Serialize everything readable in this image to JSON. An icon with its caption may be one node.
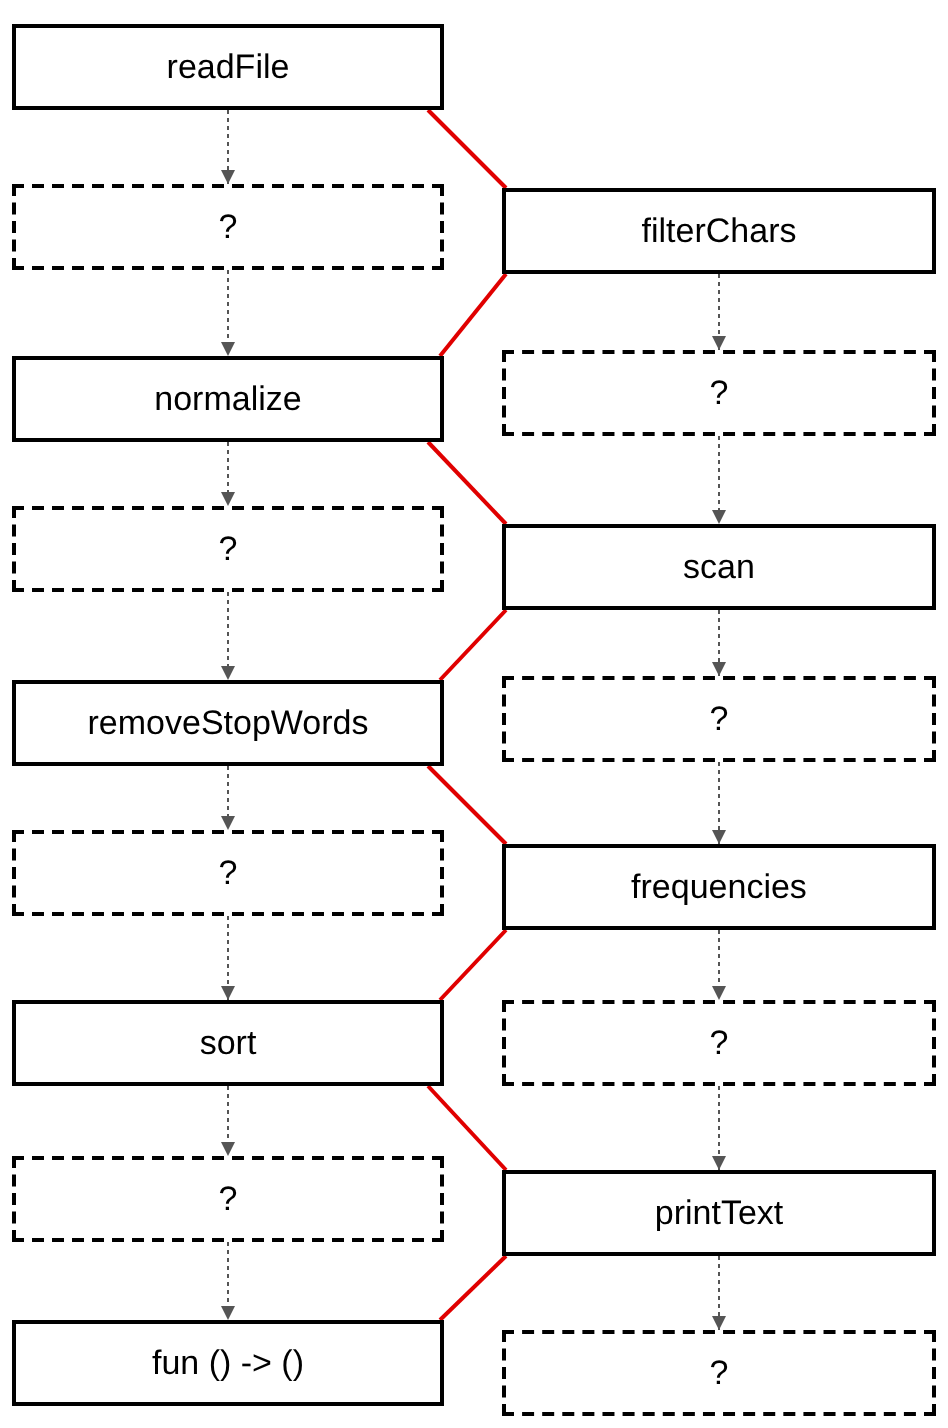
{
  "diagram": {
    "nodes": [
      {
        "text": [
          "readFile"
        ]
      },
      {
        "text": [
          "?"
        ]
      },
      {
        "text": [
          "filterChars"
        ]
      },
      {
        "text": [
          "normalize"
        ]
      },
      {
        "text": [
          "?"
        ]
      },
      {
        "text": [
          "?"
        ]
      },
      {
        "text": [
          "scan"
        ]
      },
      {
        "text": [
          "removeStopWords"
        ]
      },
      {
        "text": [
          "?"
        ]
      },
      {
        "text": [
          "?"
        ]
      },
      {
        "text": [
          "frequencies"
        ]
      },
      {
        "text": [
          "sort"
        ]
      },
      {
        "text": [
          "?"
        ]
      },
      {
        "text": [
          "?"
        ]
      },
      {
        "text": [
          "printText"
        ]
      },
      {
        "text": [
          "fun () -> ()"
        ]
      },
      {
        "text": [
          "?"
        ]
      }
    ],
    "edges": [
      {
        "from": 0,
        "to": 1,
        "arrow": "to",
        "style": "dashed"
      },
      {
        "from": 1,
        "to": 3,
        "arrow": "to",
        "style": "dashed"
      },
      {
        "from": 3,
        "to": 5,
        "arrow": "to",
        "style": "dashed"
      },
      {
        "from": 5,
        "to": 7,
        "arrow": "to",
        "style": "dashed"
      },
      {
        "from": 7,
        "to": 9,
        "arrow": "to",
        "style": "dashed"
      },
      {
        "from": 9,
        "to": 11,
        "arrow": "to",
        "style": "dashed"
      },
      {
        "from": 11,
        "to": 13,
        "arrow": "to",
        "style": "dashed"
      },
      {
        "from": 13,
        "to": 15,
        "arrow": "to",
        "style": "dashed"
      },
      {
        "from": 2,
        "to": 4,
        "arrow": "to",
        "style": "dashed"
      },
      {
        "from": 4,
        "to": 6,
        "arrow": "to",
        "style": "dashed"
      },
      {
        "from": 6,
        "to": 8,
        "arrow": "to",
        "style": "dashed"
      },
      {
        "from": 8,
        "to": 10,
        "arrow": "to",
        "style": "dashed"
      },
      {
        "from": 10,
        "to": 12,
        "arrow": "to",
        "style": "dashed"
      },
      {
        "from": 12,
        "to": 14,
        "arrow": "to",
        "style": "dashed"
      },
      {
        "from": 14,
        "to": 16,
        "arrow": "to",
        "style": "dashed"
      },
      {
        "from": 0,
        "to": 2,
        "arrow": "none",
        "color": "#e00000"
      },
      {
        "from": 2,
        "to": 3,
        "arrow": "none",
        "color": "#e00000"
      },
      {
        "from": 3,
        "to": 6,
        "arrow": "none",
        "color": "#e00000"
      },
      {
        "from": 6,
        "to": 7,
        "arrow": "none",
        "color": "#e00000"
      },
      {
        "from": 7,
        "to": 10,
        "arrow": "none",
        "color": "#e00000"
      },
      {
        "from": 10,
        "to": 11,
        "arrow": "none",
        "color": "#e00000"
      },
      {
        "from": 11,
        "to": 14,
        "arrow": "none",
        "color": "#e00000"
      },
      {
        "from": 14,
        "to": 15,
        "arrow": "none",
        "color": "#e00000"
      }
    ]
  }
}
